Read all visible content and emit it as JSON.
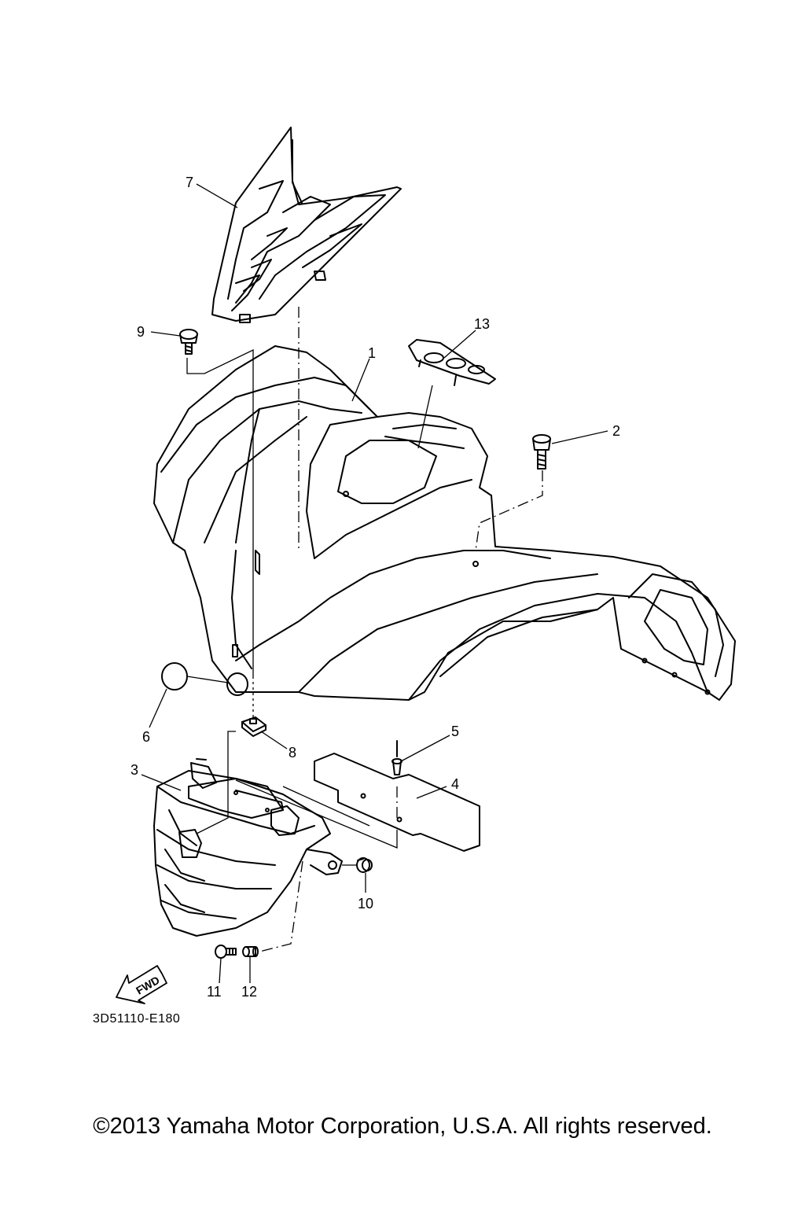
{
  "diagram": {
    "drawing_code": "3D51110-E180",
    "fwd_label": "FWD",
    "callouts": {
      "c1": "1",
      "c2": "2",
      "c3": "3",
      "c4": "4",
      "c5": "5",
      "c6": "6",
      "c7": "7",
      "c8": "8",
      "c9": "9",
      "c10": "10",
      "c11": "11",
      "c12": "12",
      "c13": "13"
    }
  },
  "footer": {
    "copyright": "©2013 Yamaha Motor Corporation, U.S.A. All rights reserved."
  }
}
